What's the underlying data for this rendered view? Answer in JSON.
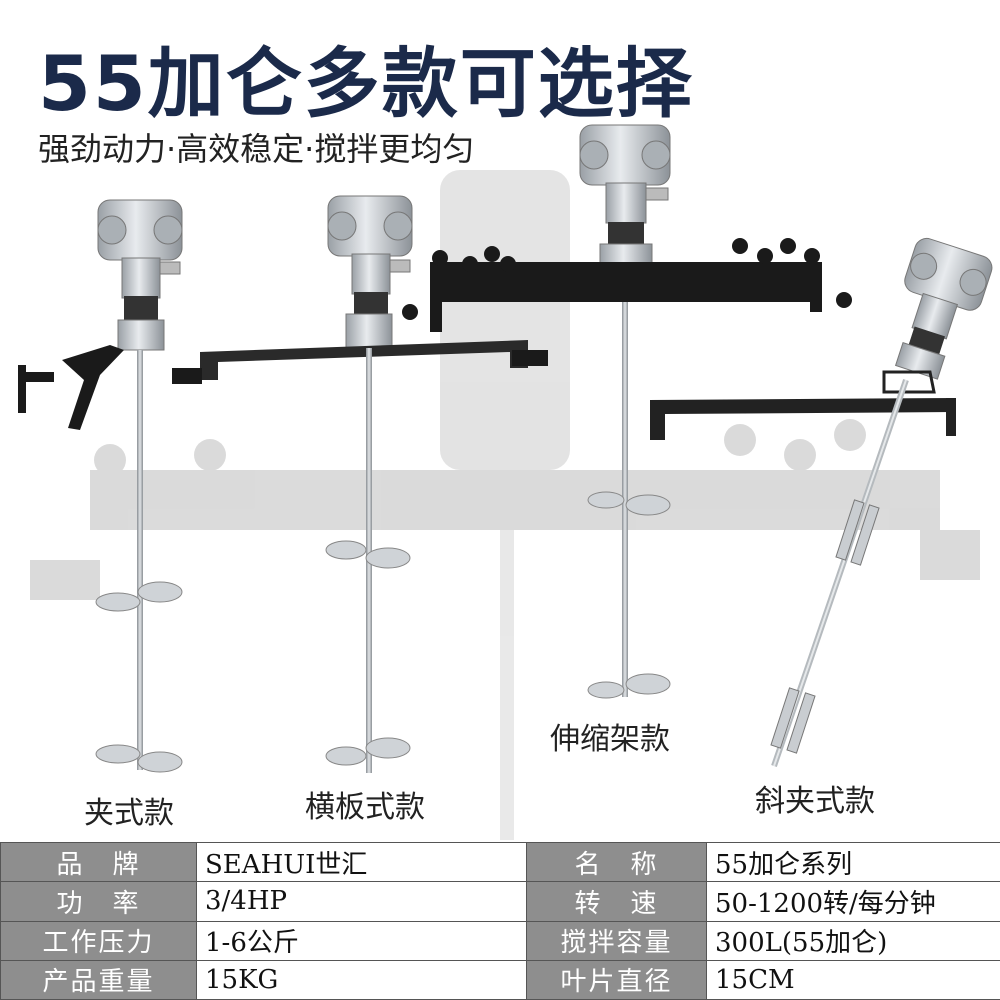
{
  "header": {
    "title": "55加仑多款可选择",
    "subtitle": "强劲动力·高效稳定·搅拌更均匀"
  },
  "products": [
    {
      "label": "夹式款"
    },
    {
      "label": "横板式款"
    },
    {
      "label": "伸缩架款"
    },
    {
      "label": "斜夹式款"
    }
  ],
  "specs": {
    "rows": [
      {
        "k1": "品　牌",
        "v1": "SEAHUI世汇",
        "k2": "名　称",
        "v2": "55加仑系列"
      },
      {
        "k1": "功　率",
        "v1": "3/4HP",
        "k2": "转　速",
        "v2": "50-1200转/每分钟"
      },
      {
        "k1": "工作压力",
        "v1": "1-6公斤",
        "k2": "搅拌容量",
        "v2": "300L(55加仑)"
      },
      {
        "k1": "产品重量",
        "v1": "15KG",
        "k2": "叶片直径",
        "v2": "15CM"
      }
    ]
  },
  "colors": {
    "title": "#1b2a4a",
    "table_key_bg": "#8e8e8e",
    "metal": "#c9cdd1",
    "bracket": "#1a1a1a"
  }
}
